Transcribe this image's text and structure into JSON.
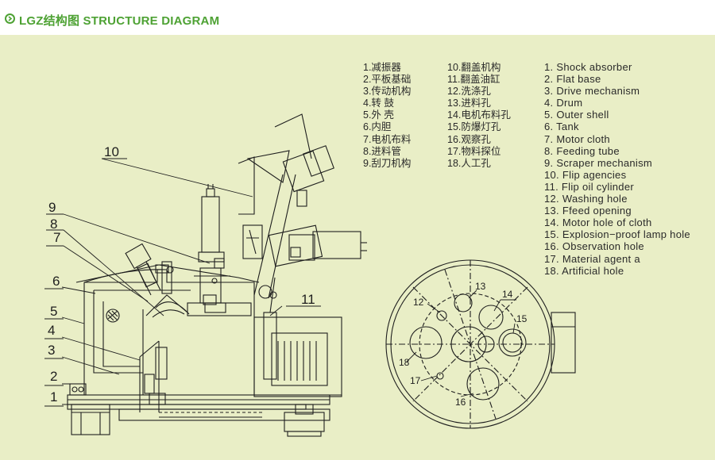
{
  "header": {
    "title": "LGZ结构图 STRUCTURE DIAGRAM"
  },
  "legend_cn_left": [
    "1.减振器",
    "2.平板基础",
    "3.传动机构",
    "4.转 鼓",
    "5.外 壳",
    "6.内胆",
    "7.电机布料",
    "8.进料管",
    "9.刮刀机构"
  ],
  "legend_cn_right": [
    "10.翻盖机构",
    "11.翻盖油缸",
    "12.洗涤孔",
    "13.进料孔",
    "14.电机布料孔",
    "15.防爆灯孔",
    "16.观察孔",
    "17.物料探位",
    "18.人工孔"
  ],
  "legend_en": [
    "1. Shock absorber",
    "2. Flat base",
    "3. Drive mechanism",
    "4. Drum",
    "5. Outer shell",
    "6. Tank",
    "7. Motor cloth",
    "8. Feeding tube",
    "9. Scraper mechanism",
    "10. Flip agencies",
    "11. Flip oil cylinder",
    "12. Washing hole",
    "13. Ffeed opening",
    "14. Motor hole of cloth",
    "15. Explosion−proof lamp hole",
    "16. Observation hole",
    "17. Material agent a",
    "18. Artificial hole"
  ],
  "side_view_callouts": [
    "1",
    "2",
    "3",
    "4",
    "5",
    "6",
    "7",
    "8",
    "9",
    "10",
    "11"
  ],
  "top_view_callouts": [
    "12",
    "13",
    "14",
    "15",
    "16",
    "17",
    "18"
  ],
  "colors": {
    "background": "#e9eec6",
    "header_accent": "#4ea234",
    "line": "#1e1e1e"
  }
}
